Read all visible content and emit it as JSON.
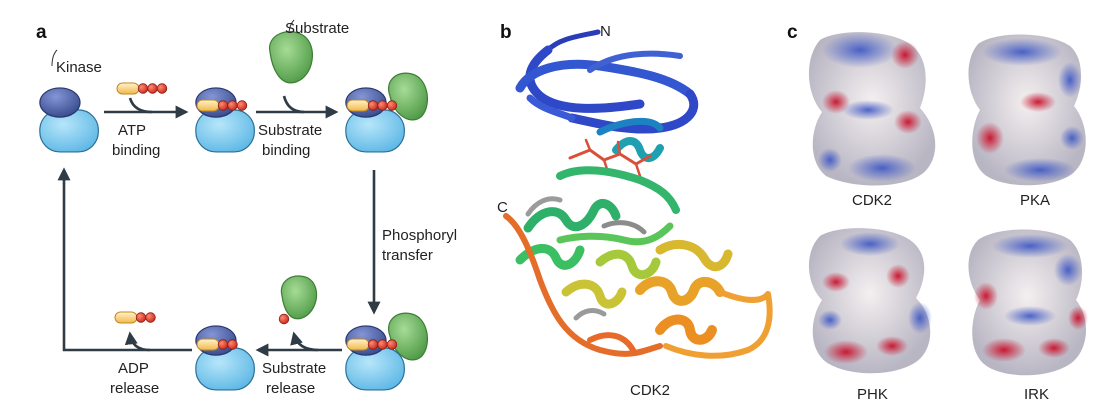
{
  "panels": {
    "a": {
      "letter": "a",
      "labels": {
        "kinase": "Kinase",
        "substrate": "Substrate",
        "atp_binding_1": "ATP",
        "atp_binding_2": "binding",
        "substrate_binding_1": "Substrate",
        "substrate_binding_2": "binding",
        "phosphoryl_transfer_1": "Phosphoryl",
        "phosphoryl_transfer_2": "transfer",
        "substrate_release_1": "Substrate",
        "substrate_release_2": "release",
        "adp_release_1": "ADP",
        "adp_release_2": "release"
      }
    },
    "b": {
      "letter": "b",
      "labels": {
        "n_terminus": "N",
        "c_terminus": "C",
        "structure": "CDK2"
      }
    },
    "c": {
      "letter": "c",
      "labels": {
        "cdk2": "CDK2",
        "pka": "PKA",
        "phk": "PHK",
        "irk": "IRK"
      }
    }
  },
  "colors": {
    "kinase_small_lobe": "#4f64a8",
    "kinase_large_lobe": "#7ec9ee",
    "substrate": "#72b565",
    "atp_body": "#f7d37a",
    "phosphate": "#e04a37",
    "arrow": "#2f3b45"
  }
}
